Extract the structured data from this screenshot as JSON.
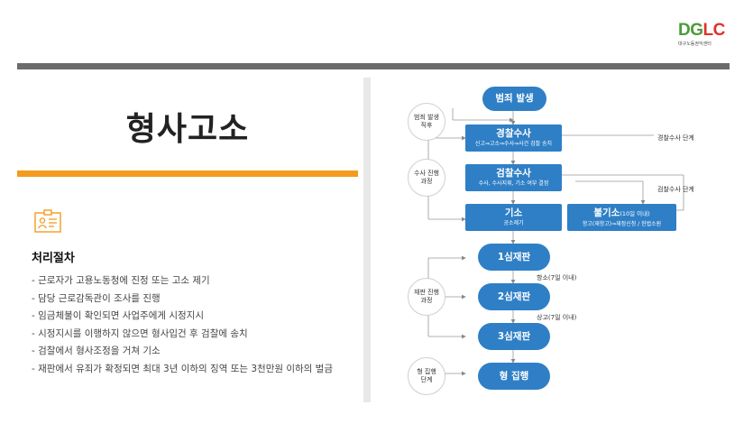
{
  "logo": {
    "mark_part1": "DG",
    "mark_part2": "LC",
    "subtitle": "대구노동권익센터"
  },
  "title": "형사고소",
  "icon": "document-id-icon",
  "section": {
    "heading": "처리절차",
    "items": [
      "- 근로자가 고용노동청에 진정 또는 고소 제기",
      "- 담당 근로감독관이 조사를 진행",
      "- 임금체불이 확인되면 사업주에게 시정지시",
      "- 시정지시를 이행하지 않으면 형사입건 후 검찰에 송치",
      "- 검찰에서 형사조정을 거쳐 기소",
      "- 재판에서 유죄가 확정되면 최대 3년 이하의 징역 또는 3천만원 이하의 벌금"
    ]
  },
  "flow": {
    "crime": "범죄 발생",
    "police": {
      "title": "경찰수사",
      "sub": "신고⇒고소⇒수사⇒사건 검찰 송치"
    },
    "prosecution": {
      "title": "검찰수사",
      "sub": "수사, 수사지휘, 기소 여부 결정"
    },
    "indict": {
      "title": "기소",
      "sub": "공소제기"
    },
    "nonindict": {
      "title": "불기소",
      "note": "(10일 이내)",
      "sub": "항고(재항고)⇒재정신청 / 헌법소원"
    },
    "trial1": "1심재판",
    "trial2": "2심재판",
    "trial3": "3심재판",
    "execution": "형 집행",
    "side": {
      "crime_after": "범죄 발생\n직후",
      "investigation": "수사 진행\n과정",
      "trial": "재판 진행\n과정",
      "execution": "형 집행\n단계"
    },
    "labels": {
      "police_stage": "경찰수사 단계",
      "prosecution_stage": "검찰수사 단계",
      "appeal1": "항소(7일 이내)",
      "appeal2": "상고(7일 이내)"
    }
  },
  "colors": {
    "accent_orange": "#f39b1e",
    "node_blue": "#2f7fc6",
    "bar_gray": "#6b6b6b"
  }
}
